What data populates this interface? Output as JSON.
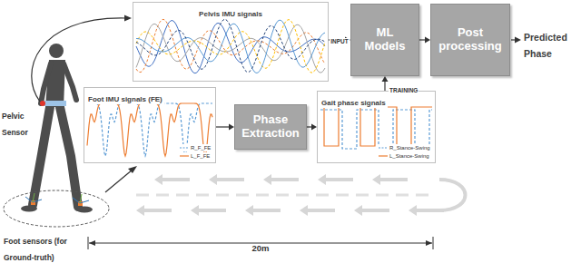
{
  "diagram": {
    "nodes": [
      {
        "text": [
          "Pelvis IMU signals"
        ]
      },
      {
        "text": [
          "ML Models"
        ]
      },
      {
        "text": [
          "Post processing"
        ]
      },
      {
        "text": [
          "Foot IMU signals (FE)"
        ]
      },
      {
        "text": [
          "Phase Extraction"
        ]
      },
      {
        "text": [
          "Gait phase signals"
        ]
      }
    ],
    "edges": [
      {
        "from": 0,
        "to": 1,
        "label": "INPUT",
        "arrow": "to"
      },
      {
        "from": 1,
        "to": 2,
        "arrow": "to"
      },
      {
        "from": 3,
        "to": 4,
        "arrow": "to"
      },
      {
        "from": 4,
        "to": 5,
        "arrow": "to"
      },
      {
        "from": 5,
        "to": 1,
        "label": "TRAINING",
        "arrow": "to"
      }
    ],
    "labels": [
      "Predicted Phase",
      "Pelvic Sensor",
      "Foot sensors (for Ground-truth)",
      "20m"
    ],
    "legend": [
      {
        "text": "R_F_FE"
      },
      {
        "text": "L_F_FE"
      },
      {
        "text": "R_Stance-Swing"
      },
      {
        "text": "L_Stance-Swing"
      }
    ]
  }
}
